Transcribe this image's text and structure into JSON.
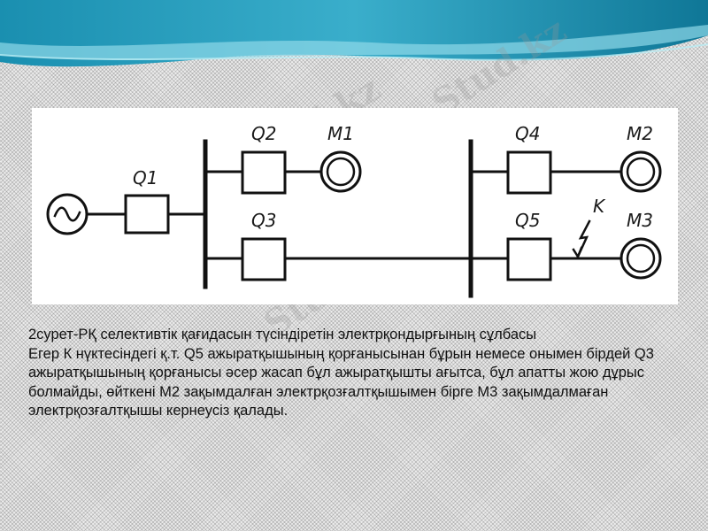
{
  "watermark_text": "Stud.kz",
  "diagram": {
    "labels": {
      "q1": "Q1",
      "q2": "Q2",
      "q3": "Q3",
      "q4": "Q4",
      "q5": "Q5",
      "m1": "M1",
      "m2": "M2",
      "m3": "M3",
      "k": "K"
    }
  },
  "caption": {
    "title": "2сурет-РҚ селективтік қағидасын түсіндіретін электрқондырғының сұлбасы",
    "body": "Егер К нүктесіндегі қ.т. Q5 ажыратқышының қорғанысынан бұрын немесе онымен бірдей Q3 ажыратқышының қорғанысы әсер жасап бұл ажыратқышты ағытса, бұл апатты жою дұрыс болмайды, өйткені М2 зақымдалған электрқозғалтқышымен бірге М3 зақымдалмаған электрқозғалтқышы кернеусіз қалады."
  },
  "colors": {
    "banner_dark": "#1a89a8",
    "banner_light": "#64c7dc",
    "line": "#111111"
  }
}
